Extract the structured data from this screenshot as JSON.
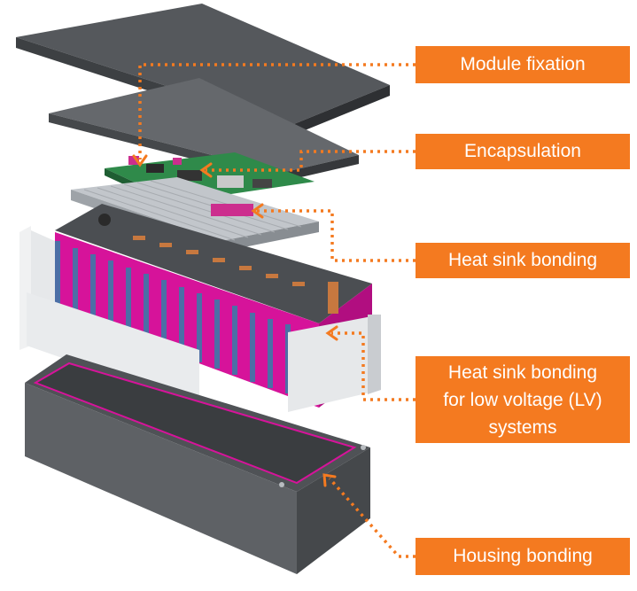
{
  "labels": {
    "module_fixation": "Module fixation",
    "encapsulation": "Encapsulation",
    "heat_sink_bonding": "Heat sink bonding",
    "heat_sink_bonding_lv": [
      "Heat sink bonding",
      "for low voltage (LV)",
      "systems"
    ],
    "housing_bonding": "Housing bonding"
  },
  "colors": {
    "accent": "#f47a20",
    "label_text": "#ffffff",
    "top_plate": "#5b5e62",
    "middle_plate": "#6b6e72",
    "housing": "#55585c",
    "cells": "#d6139a",
    "cell_cap": "#4c6ea6",
    "pcb": "#2f8a4a",
    "heatsink": "#b9bdc2",
    "wrap": "#e6e8ea"
  }
}
